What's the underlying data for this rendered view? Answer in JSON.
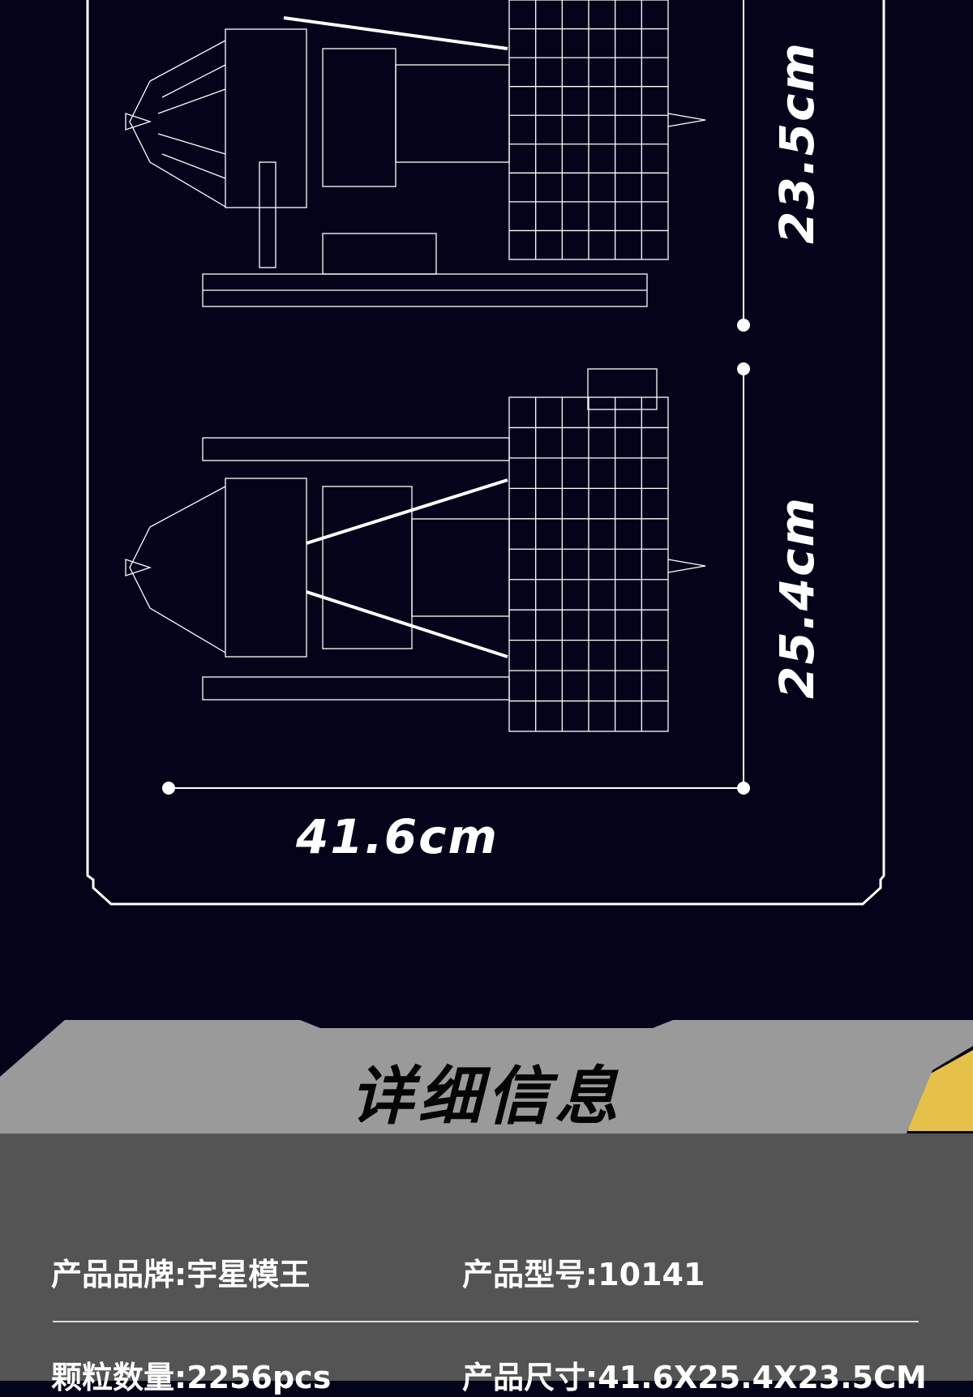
{
  "dimensions": {
    "width_label": "41.6cm",
    "height_label_1": "23.5cm",
    "height_label_2": "25.4cm"
  },
  "section": {
    "title": "详细信息"
  },
  "details": [
    {
      "label": "产品品牌",
      "value": "宇星模王"
    },
    {
      "label": "产品型号",
      "value": "10141"
    },
    {
      "label": "颗粒数量",
      "value": "2256pcs"
    },
    {
      "label": "产品尺寸",
      "value": "41.6X25.4X23.5CM"
    }
  ],
  "colors": {
    "background": "#03041a",
    "banner": "#9a9a9a",
    "panel": "#545454",
    "accent": "#e6c14a"
  }
}
